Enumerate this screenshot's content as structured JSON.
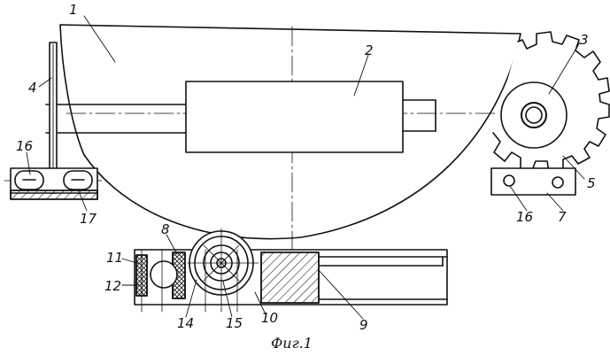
{
  "figure": {
    "caption": "Фиг.1",
    "labels": {
      "n1": "1",
      "n2": "2",
      "n3": "3",
      "n4": "4",
      "n5": "5",
      "n7": "7",
      "n8": "8",
      "n9": "9",
      "n10": "10",
      "n11": "11",
      "n12": "12",
      "n14": "14",
      "n15": "15",
      "n16_left": "16",
      "n16_right": "16",
      "n17": "17"
    }
  }
}
